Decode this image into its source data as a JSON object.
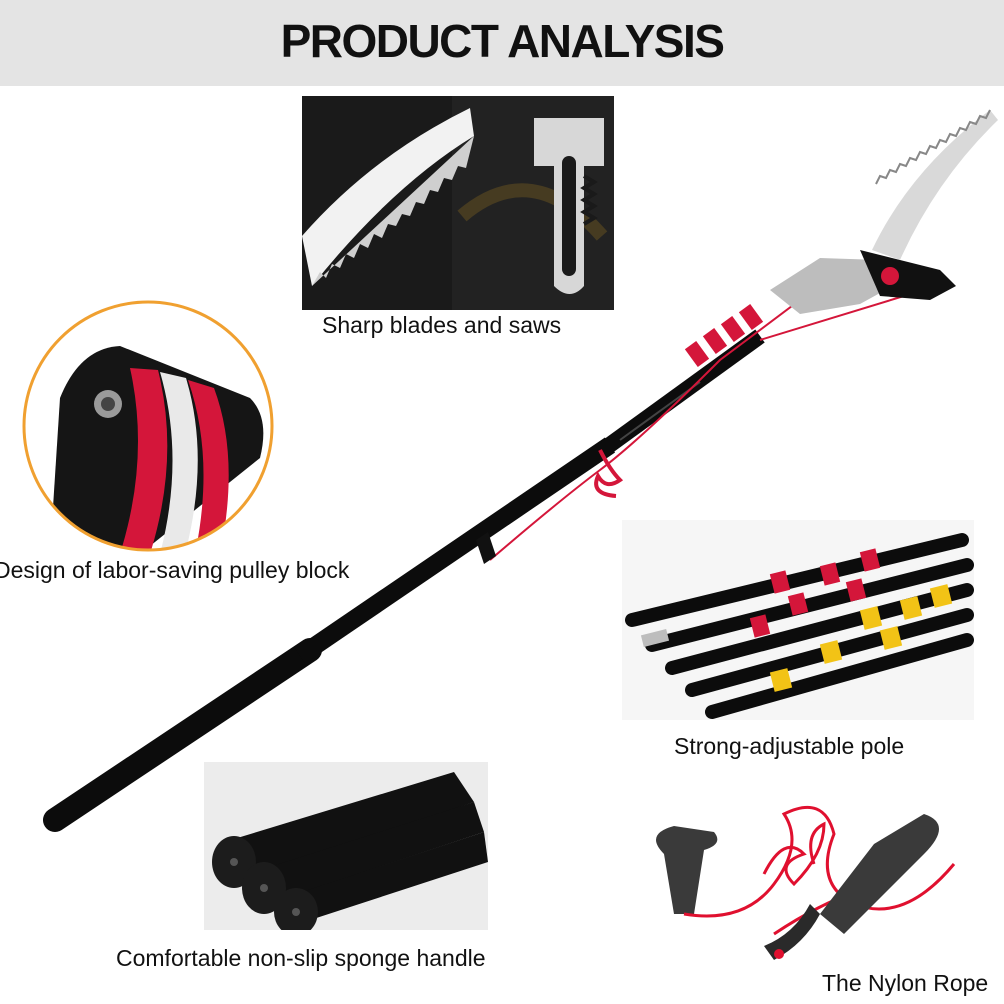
{
  "header": {
    "title": "PRODUCT ANALYSIS"
  },
  "captions": {
    "blades": "Sharp blades and saws",
    "pulley": "Design of labor-saving pulley block",
    "pole": "Strong-adjustable pole",
    "handle": "Comfortable non-slip sponge handle",
    "rope": "The Nylon Rope"
  },
  "colors": {
    "header_bg": "#e4e4e4",
    "pole": "#0c0c0c",
    "accent_red": "#d4163a",
    "accent_yellow": "#f2c316",
    "ring_orange": "#f0a030"
  }
}
